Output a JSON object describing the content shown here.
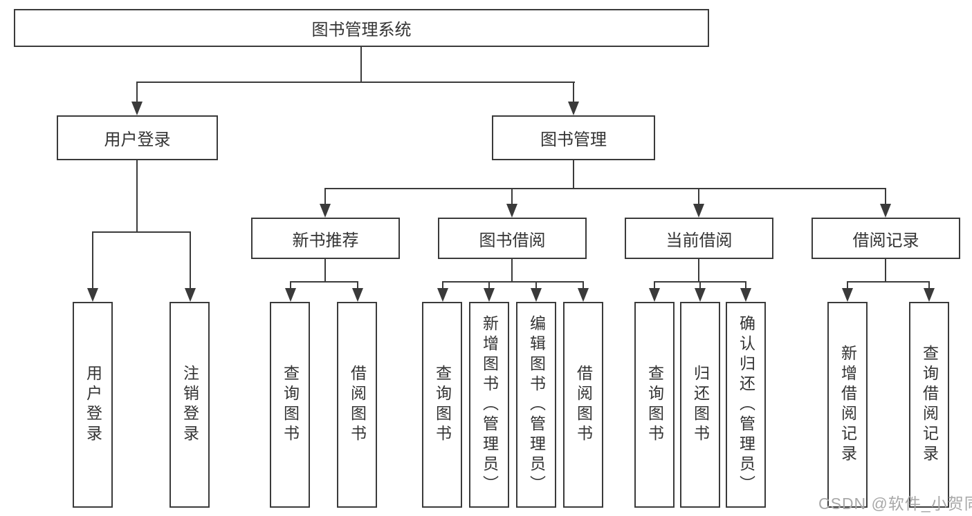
{
  "diagram_title": "图书管理系统",
  "tree": {
    "root": {
      "label": "图书管理系统"
    },
    "branches": [
      {
        "label": "用户登录",
        "children": [
          "用户登录",
          "注销登录"
        ]
      },
      {
        "label": "图书管理",
        "children": [
          {
            "label": "新书推荐",
            "children": [
              "查询图书",
              "借阅图书"
            ]
          },
          {
            "label": "图书借阅",
            "children": [
              "查询图书",
              "新增图书（管理员）",
              "编辑图书（管理员）",
              "借阅图书"
            ]
          },
          {
            "label": "当前借阅",
            "children": [
              "查询图书",
              "归还图书",
              "确认归还（管理员）"
            ]
          },
          {
            "label": "借阅记录",
            "children": [
              "新增借阅记录",
              "查询借阅记录"
            ]
          }
        ]
      }
    ]
  },
  "watermark": "CSDN @软件_小贺同学",
  "colors": {
    "line": "#3a3a3a",
    "text": "#333333",
    "watermark": "#a8a8a8",
    "background": "#ffffff"
  }
}
